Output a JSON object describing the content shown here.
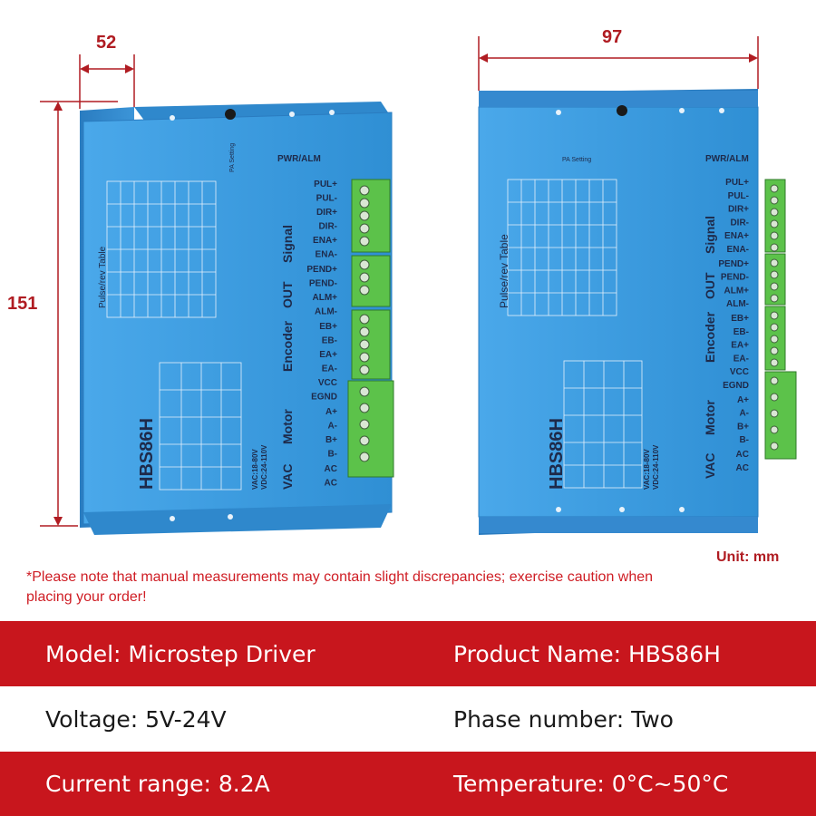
{
  "dimensions": {
    "depth": "52",
    "width": "97",
    "height": "151",
    "unit": "Unit: mm"
  },
  "note": "*Please note that manual measurements may contain slight discrepancies; exercise caution when placing your order!",
  "specs": [
    {
      "left": "Model: Microstep Driver",
      "right": "Product Name: HBS86H"
    },
    {
      "left": "Voltage: 5V-24V",
      "right": "Phase number: Two"
    },
    {
      "left": "Current range: 8.2A",
      "right": "Temperature: 0°C~50°C"
    }
  ],
  "driver": {
    "model": "HBS86H",
    "power_label": "PWR/ALM",
    "signal_title": "Signal",
    "signal_pins": [
      "PUL+",
      "PUL-",
      "DIR+",
      "DIR-",
      "ENA+",
      "ENA-"
    ],
    "out_title": "OUT",
    "out_pins": [
      "PEND+",
      "PEND-",
      "ALM+",
      "ALM-"
    ],
    "encoder_title": "Encoder",
    "encoder_pins": [
      "EB+",
      "EB-",
      "EA+",
      "EA-",
      "VCC",
      "EGND"
    ],
    "motor_title": "Motor",
    "motor_pins": [
      "A+",
      "A-",
      "B+",
      "B-"
    ],
    "vac_title": "VAC",
    "vac_pins": [
      "AC",
      "AC"
    ],
    "table_title": "Pulse/rev Table",
    "pa_setting": "PA Setting",
    "volt_line1": "VAC:18-80V",
    "volt_line2": "VDC:24-110V"
  },
  "colors": {
    "accent_red": "#c8161d",
    "driver_blue": "#3d9ee0",
    "terminal_green": "#5cc24a"
  }
}
